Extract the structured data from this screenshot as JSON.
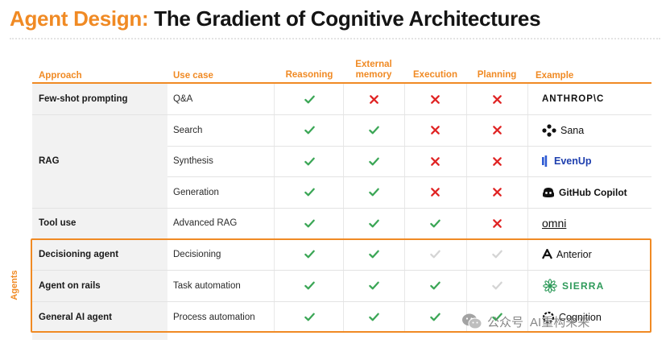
{
  "title": {
    "accent": "Agent Design:",
    "rest": "The Gradient of Cognitive Architectures"
  },
  "headers": {
    "approach": "Approach",
    "use_case": "Use case",
    "reasoning": "Reasoning",
    "external_memory_line1": "External",
    "external_memory_line2": "memory",
    "execution": "Execution",
    "planning": "Planning",
    "example": "Example"
  },
  "group_label": "Agents",
  "approaches": {
    "few_shot": "Few-shot prompting",
    "rag": "RAG",
    "tool_use": "Tool use",
    "decisioning_agent": "Decisioning agent",
    "agent_on_rails": "Agent on rails",
    "general_ai_agent": "General AI agent"
  },
  "rows": [
    {
      "use_case": "Q&A",
      "reasoning": "check",
      "external_memory": "cross",
      "execution": "cross",
      "planning": "cross",
      "example": "ANTHROP\\C",
      "example_icon": "none"
    },
    {
      "use_case": "Search",
      "reasoning": "check",
      "external_memory": "check",
      "execution": "cross",
      "planning": "cross",
      "example": "Sana",
      "example_icon": "sana-dots-icon"
    },
    {
      "use_case": "Synthesis",
      "reasoning": "check",
      "external_memory": "check",
      "execution": "cross",
      "planning": "cross",
      "example": "EvenUp",
      "example_icon": "evenup-bars-icon"
    },
    {
      "use_case": "Generation",
      "reasoning": "check",
      "external_memory": "check",
      "execution": "cross",
      "planning": "cross",
      "example": "GitHub Copilot",
      "example_icon": "copilot-icon"
    },
    {
      "use_case": "Advanced RAG",
      "reasoning": "check",
      "external_memory": "check",
      "execution": "check",
      "planning": "cross",
      "example": "omni",
      "example_icon": "none"
    },
    {
      "use_case": "Decisioning",
      "reasoning": "check",
      "external_memory": "check",
      "execution": "check-light",
      "planning": "check-light",
      "example": "Anterior",
      "example_icon": "anterior-icon"
    },
    {
      "use_case": "Task automation",
      "reasoning": "check",
      "external_memory": "check",
      "execution": "check",
      "planning": "check-light",
      "example": "SIERRA",
      "example_icon": "sierra-icon"
    },
    {
      "use_case": "Process automation",
      "reasoning": "check",
      "external_memory": "check",
      "execution": "check",
      "planning": "check",
      "example": "Cognition",
      "example_icon": "cognition-icon"
    }
  ],
  "watermark": {
    "part1": "公众号",
    "part2": "AI重构未来",
    "icon": "wechat-icon"
  },
  "colors": {
    "accent": "#f08a24",
    "check": "#3aa655",
    "cross": "#e02424",
    "check_light": "#d4d4d4"
  }
}
